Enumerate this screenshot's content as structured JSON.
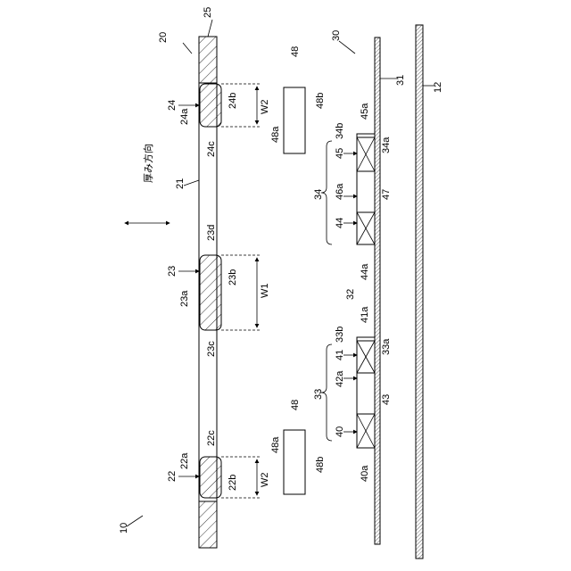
{
  "labels": {
    "l10": "10",
    "l20": "20",
    "l25": "25",
    "l21": "21",
    "l22": "22",
    "l22a": "22a",
    "l22b": "22b",
    "l22c": "22c",
    "l23": "23",
    "l23a": "23a",
    "l23b": "23b",
    "l23c": "23c",
    "l23d": "23d",
    "l24": "24",
    "l24a": "24a",
    "l24b": "24b",
    "l24c": "24c",
    "l30": "30",
    "l31": "31",
    "l32": "32",
    "l12": "12",
    "l33": "33",
    "l33a": "33a",
    "l33b": "33b",
    "l34": "34",
    "l34a": "34a",
    "l34b": "34b",
    "l40": "40",
    "l40a": "40a",
    "l41": "41",
    "l41a": "41a",
    "l42a": "42a",
    "l43": "43",
    "l44": "44",
    "l44a": "44a",
    "l45": "45",
    "l45a": "45a",
    "l46a": "46a",
    "l47": "47",
    "l48top": "48",
    "l48b_top": "48b",
    "l48a_top": "48a",
    "l48bot": "48",
    "l48a_bot": "48a",
    "l48b_bot": "48b",
    "w1": "W1",
    "w2_top": "W2",
    "w2_bot": "W2",
    "thickness_dir": "厚み方向"
  }
}
